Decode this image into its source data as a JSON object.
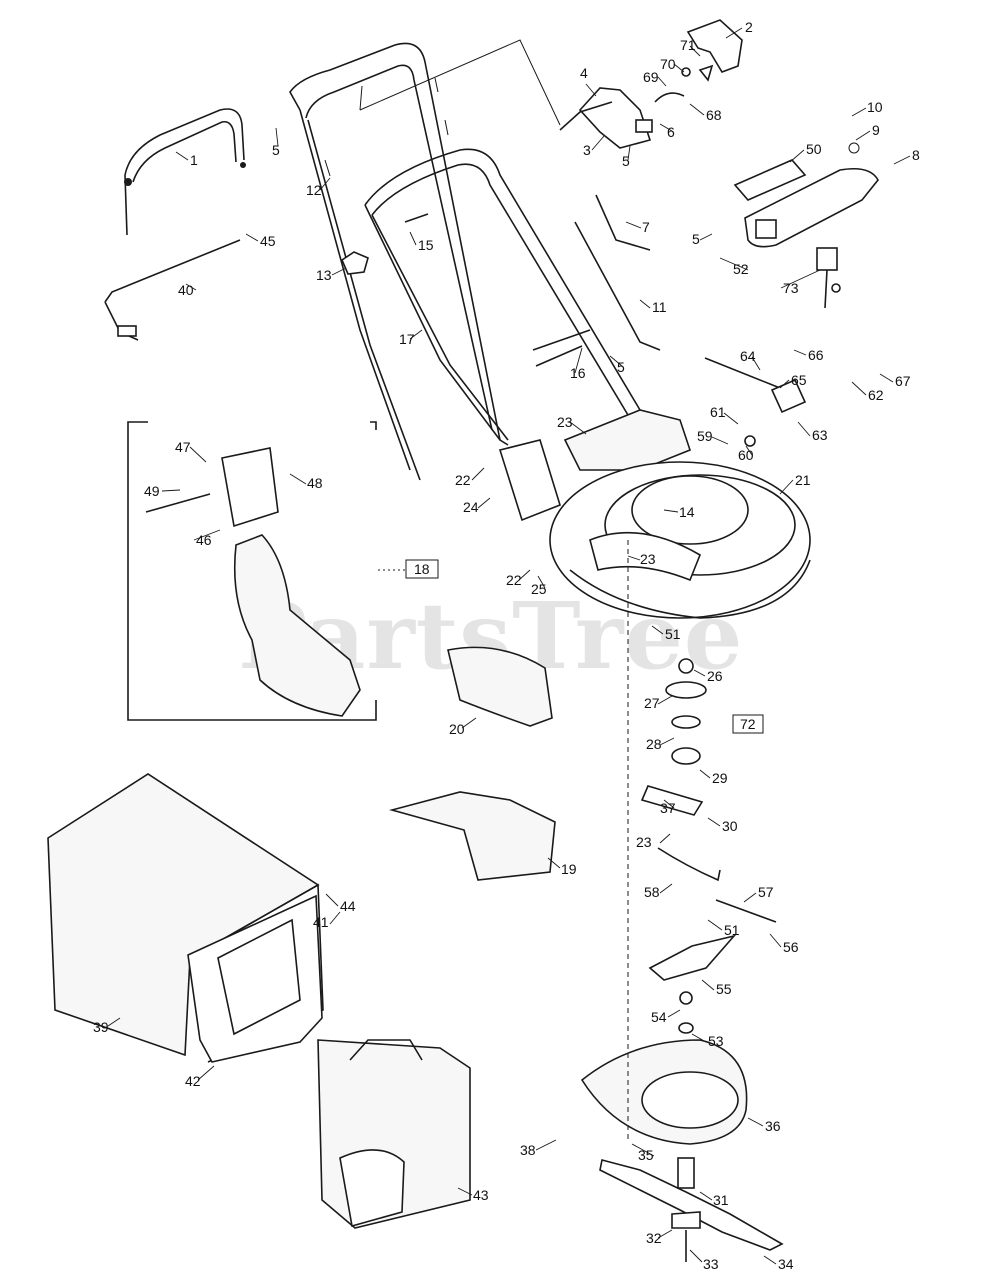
{
  "watermark": "PartsTree",
  "callouts": [
    "1",
    "2",
    "3",
    "4",
    "5",
    "5",
    "5",
    "5",
    "6",
    "7",
    "8",
    "9",
    "10",
    "11",
    "12",
    "13",
    "14",
    "15",
    "16",
    "17",
    "19",
    "20",
    "21",
    "22",
    "22",
    "23",
    "23",
    "23",
    "24",
    "25",
    "26",
    "27",
    "28",
    "29",
    "30",
    "31",
    "32",
    "33",
    "34",
    "35",
    "36",
    "37",
    "38",
    "39",
    "40",
    "41",
    "42",
    "43",
    "44",
    "45",
    "46",
    "47",
    "48",
    "49",
    "50",
    "51",
    "51",
    "52",
    "53",
    "54",
    "55",
    "56",
    "57",
    "58",
    "59",
    "60",
    "61",
    "62",
    "63",
    "64",
    "65",
    "66",
    "67",
    "68",
    "69",
    "70",
    "71",
    "73"
  ],
  "boxed_callouts": [
    "18",
    "72"
  ]
}
